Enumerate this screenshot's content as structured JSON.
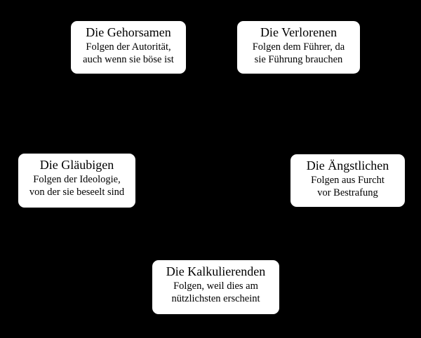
{
  "diagram": {
    "background_color": "#000000",
    "node_fill_color": "#ffffff",
    "node_text_color": "#000000",
    "nodes": [
      {
        "title": "Die Gehorsamen",
        "subtitle_line1": "Folgen der Autorität,",
        "subtitle_line2": "auch wenn sie böse ist"
      },
      {
        "title": "Die Verlorenen",
        "subtitle_line1": "Folgen dem Führer, da",
        "subtitle_line2": "sie Führung brauchen"
      },
      {
        "title": "Die Gläubigen",
        "subtitle_line1": "Folgen der Ideologie,",
        "subtitle_line2": "von der sie beseelt sind"
      },
      {
        "title": "Die Ängstlichen",
        "subtitle_line1": "Folgen aus Furcht",
        "subtitle_line2": "vor Bestrafung"
      },
      {
        "title": "Die Kalkulierenden",
        "subtitle_line1": "Folgen, weil dies am",
        "subtitle_line2": "nützlichsten erscheint"
      }
    ]
  }
}
